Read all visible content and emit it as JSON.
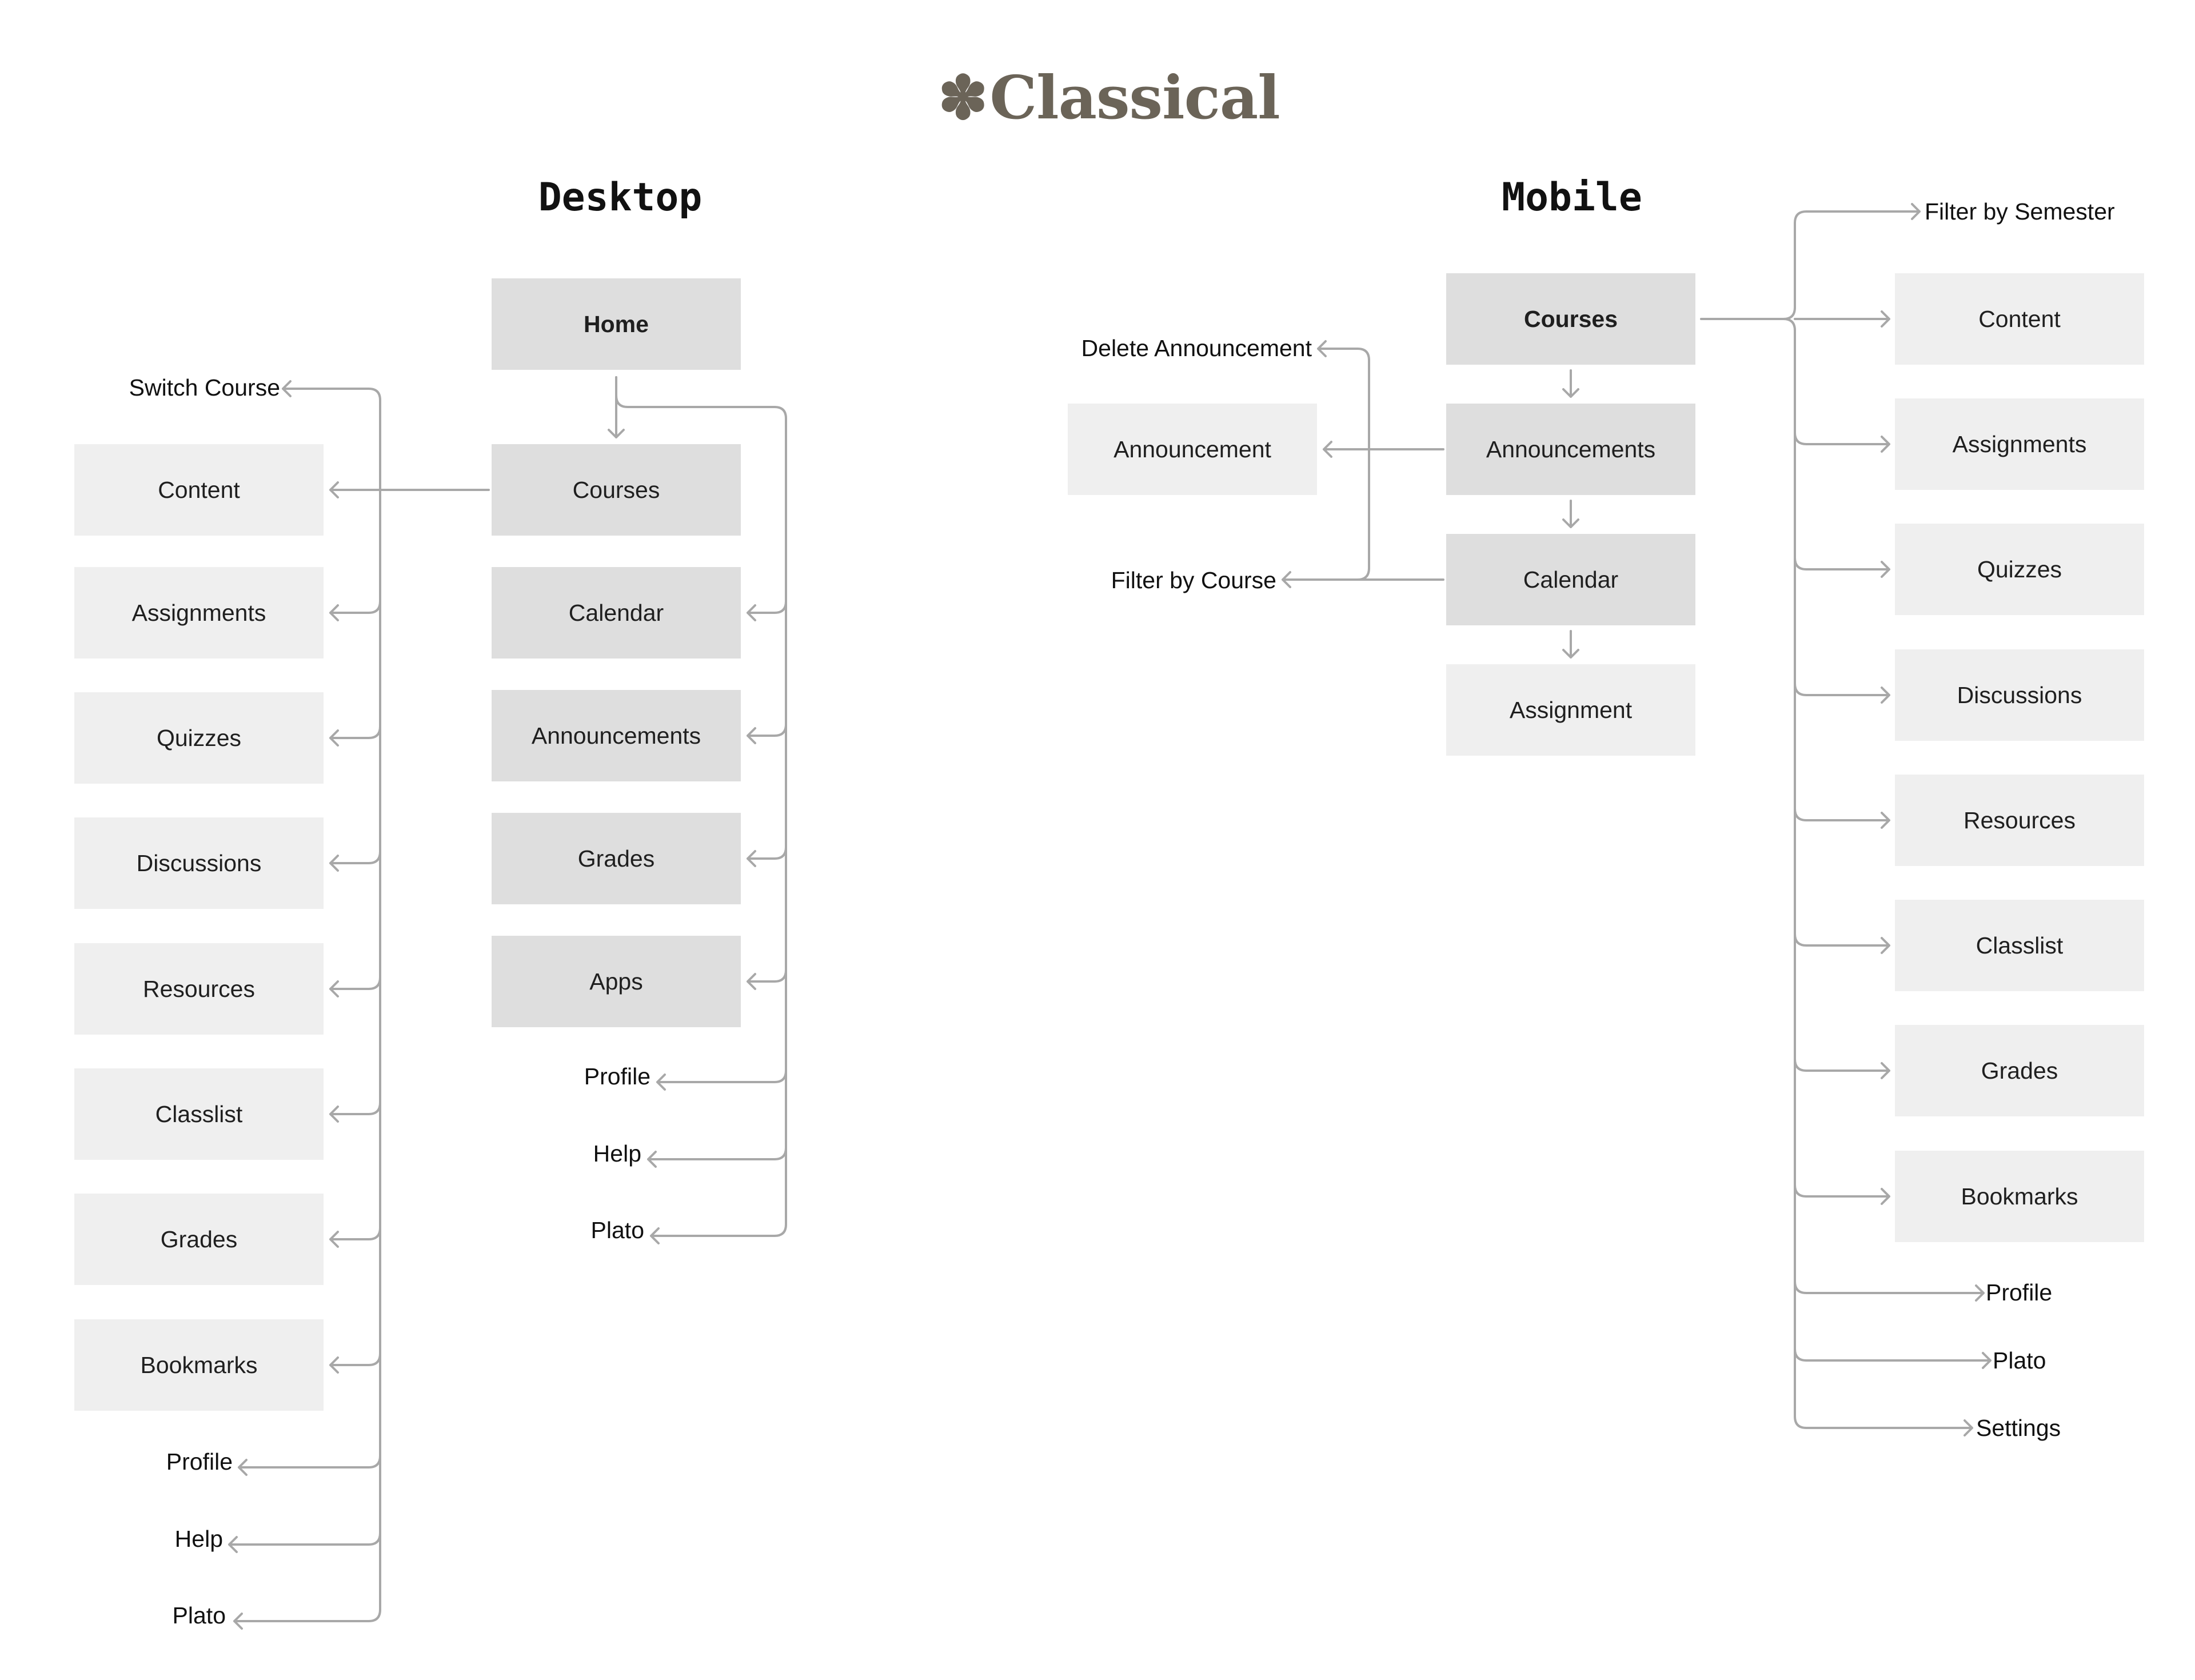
{
  "logo": {
    "mark": "✽",
    "text": "Classical",
    "color": "#6b6458"
  },
  "desktop": {
    "heading": "Desktop",
    "home": "Home",
    "courses": "Courses",
    "switch_course": "Switch Course",
    "course_items": [
      "Content",
      "Assignments",
      "Quizzes",
      "Discussions",
      "Resources",
      "Classlist",
      "Grades",
      "Bookmarks"
    ],
    "course_links": [
      "Profile",
      "Help",
      "Plato"
    ],
    "nav_items": [
      "Calendar",
      "Announcements",
      "Grades",
      "Apps"
    ],
    "nav_links": [
      "Profile",
      "Help",
      "Plato"
    ]
  },
  "mobile": {
    "heading": "Mobile",
    "courses": "Courses",
    "announcements": "Announcements",
    "calendar": "Calendar",
    "assignment": "Assignment",
    "delete_announcement": "Delete Announcement",
    "announcement": "Announcement",
    "filter_by_course": "Filter by Course",
    "filter_by_semester": "Filter by Semester",
    "course_items": [
      "Content",
      "Assignments",
      "Quizzes",
      "Discussions",
      "Resources",
      "Classlist",
      "Grades",
      "Bookmarks"
    ],
    "course_links": [
      "Profile",
      "Plato",
      "Settings"
    ]
  },
  "colors": {
    "box_dark": "#dedede",
    "box_light": "#efefef",
    "connector": "#a8a8a8"
  }
}
